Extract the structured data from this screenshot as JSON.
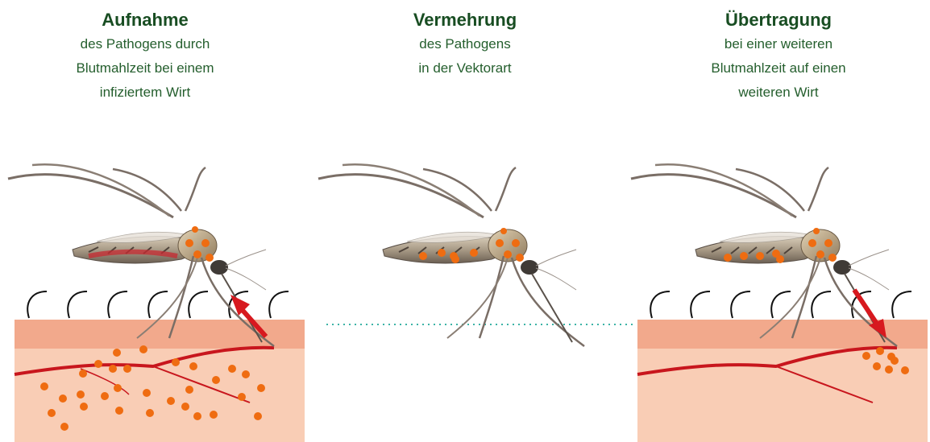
{
  "panels": [
    {
      "title": "Aufnahme",
      "lines": [
        "des Pathogens durch",
        "Blutmahlzeit bei einem",
        "infiziertem Wirt"
      ]
    },
    {
      "title": "Vermehrung",
      "lines": [
        "des Pathogens",
        "in der Vektorart"
      ]
    },
    {
      "title": "Übertragung",
      "lines": [
        "bei einer weiteren",
        "Blutmahlzeit auf einen",
        "weiteren Wirt"
      ]
    }
  ],
  "colors": {
    "title": "#184d22",
    "text": "#245e2d",
    "skin_top": "#f2a98c",
    "skin_body": "#f9cdb5",
    "vessel": "#c8161d",
    "pathogen": "#ef6c11",
    "arrow": "#d7191f",
    "dotted_line": "#3bb3a6"
  },
  "icons": [
    "mosquito-icon",
    "skin-section",
    "blood-vessel",
    "pathogen-dot",
    "red-arrow-up",
    "red-arrow-down"
  ]
}
